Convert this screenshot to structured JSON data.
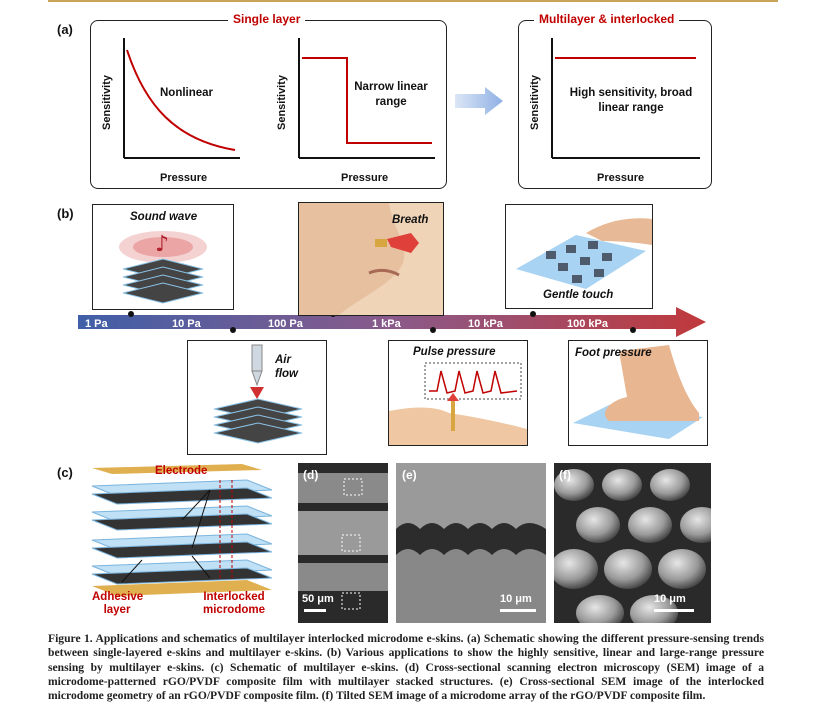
{
  "panel_a": {
    "label": "(a)",
    "single_layer_title": "Single layer",
    "multilayer_title": "Multilayer & interlocked",
    "charts": [
      {
        "ylabel": "Sensitivity",
        "xlabel": "Pressure",
        "annotation": "Nonlinear"
      },
      {
        "ylabel": "Sensitivity",
        "xlabel": "Pressure",
        "annotation": "Narrow linear range"
      },
      {
        "ylabel": "Sensitivity",
        "xlabel": "Pressure",
        "annotation": "High sensitivity, broad linear range"
      }
    ]
  },
  "panel_b": {
    "label": "(b)",
    "ticks": [
      "1 Pa",
      "10 Pa",
      "100 Pa",
      "1 kPa",
      "10 kPa",
      "100 kPa"
    ],
    "applications": {
      "sound_wave": "Sound wave",
      "breath": "Breath",
      "gentle_touch": "Gentle touch",
      "air_flow": "Air flow",
      "pulse_pressure": "Pulse pressure",
      "foot_pressure": "Foot pressure"
    }
  },
  "panel_c": {
    "label": "(c)",
    "electrode": "Electrode",
    "adhesive_layer": "Adhesive layer",
    "interlocked_microdome": "Interlocked microdome"
  },
  "panel_d": {
    "label": "(d)",
    "scale": "50 μm"
  },
  "panel_e": {
    "label": "(e)",
    "scale": "10 μm"
  },
  "panel_f": {
    "label": "(f)",
    "scale": "10 μm"
  },
  "caption": "Figure 1. Applications and schematics of multilayer interlocked microdome e-skins. (a) Schematic showing the different pressure-sensing trends between single-layered e-skins and multilayer e-skins. (b) Various applications to show the highly sensitive, linear and large-range pressure sensing by multilayer e-skins. (c) Schematic of multilayer e-skins. (d) Cross-sectional scanning electron microscopy (SEM) image of a microdome-patterned rGO/PVDF composite film with multilayer stacked structures. (e) Cross-sectional SEM image of the interlocked microdome geometry of an rGO/PVDF composite film. (f) Tilted SEM image of a microdome array of the rGO/PVDF composite film.",
  "colors": {
    "accent_red": "#c00000",
    "arrow_blue": "#3f5fa8",
    "arrow_red": "#c0393b"
  }
}
